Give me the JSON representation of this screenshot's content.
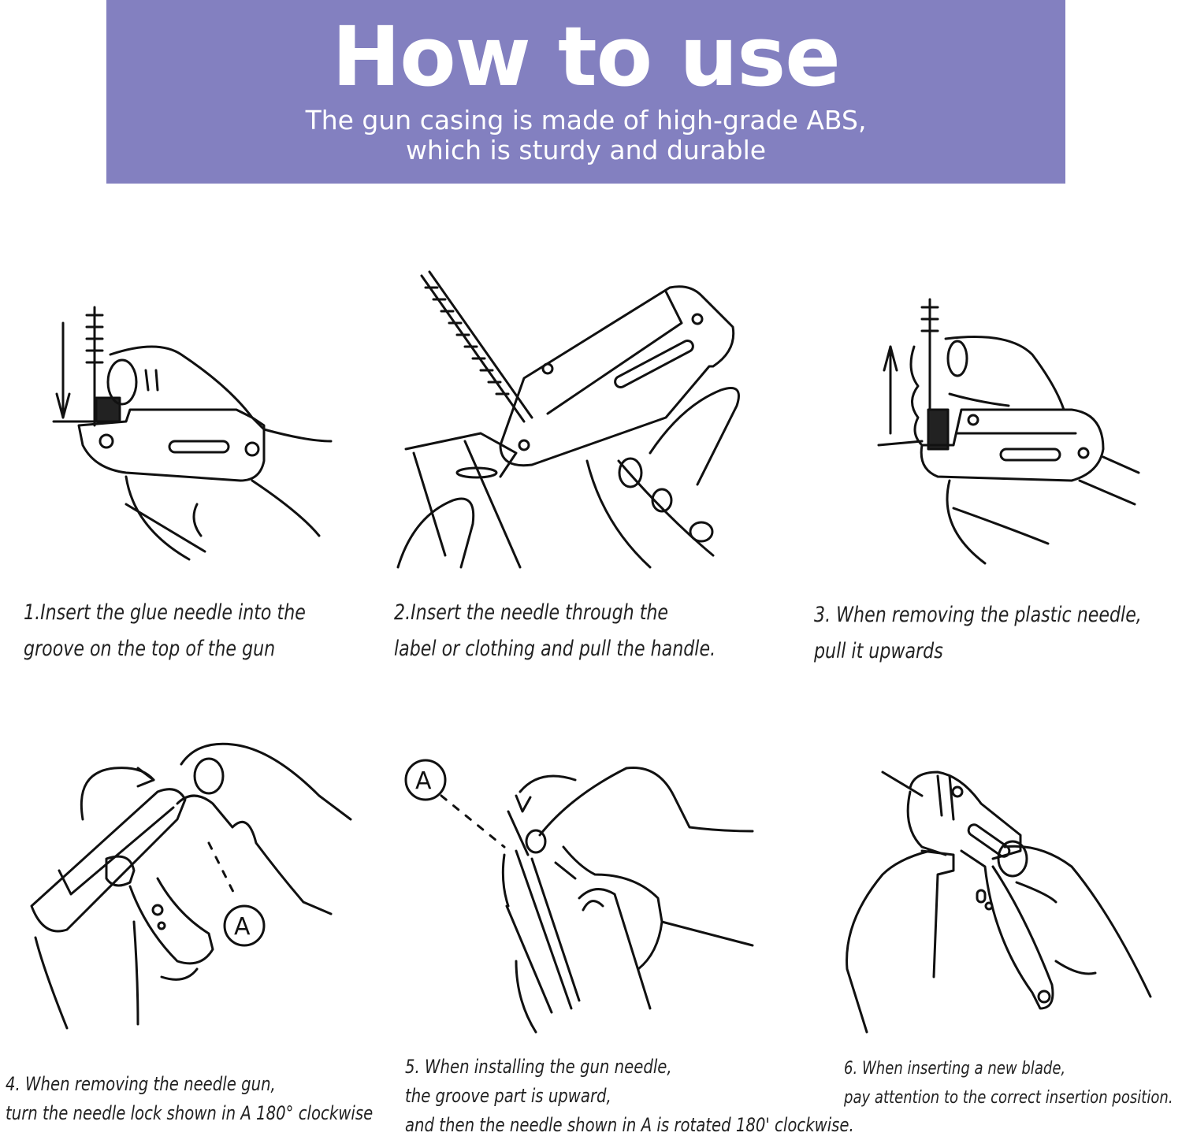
{
  "header": {
    "title": "How to use",
    "subtitle_lines": [
      "The gun casing is made of high-grade ABS,",
      "which is sturdy and durable"
    ],
    "background_color": "#8380c0",
    "text_color": "#ffffff"
  },
  "steps": [
    {
      "number": 1,
      "illustration": "hand-inserting-needle-into-gun-groove-down-arrow",
      "caption_lines": [
        "1.Insert the glue needle into the",
        "groove on the top of the gun"
      ]
    },
    {
      "number": 2,
      "illustration": "needle-through-label-pulling-handle",
      "caption_lines": [
        "2.Insert the needle through the",
        "label or clothing and pull the handle."
      ]
    },
    {
      "number": 3,
      "illustration": "pulling-plastic-needle-upwards-up-arrow",
      "caption_lines": [
        "3. When removing the plastic needle,",
        "pull it upwards"
      ]
    },
    {
      "number": 4,
      "illustration": "rotating-needle-lock-callout-A",
      "callout": "A",
      "caption_lines": [
        "4. When removing the needle gun,",
        "turn the needle lock shown in A 180° clockwise"
      ]
    },
    {
      "number": 5,
      "illustration": "installing-gun-needle-callout-A",
      "callout": "A",
      "caption_lines": [
        "5. When installing the gun needle,",
        "the groove part is upward,",
        "and then the needle shown in A is rotated 180' clockwise."
      ]
    },
    {
      "number": 6,
      "illustration": "inserting-new-blade",
      "caption_lines": [
        "6. When inserting a new blade,",
        "pay attention to the correct insertion position."
      ]
    }
  ]
}
